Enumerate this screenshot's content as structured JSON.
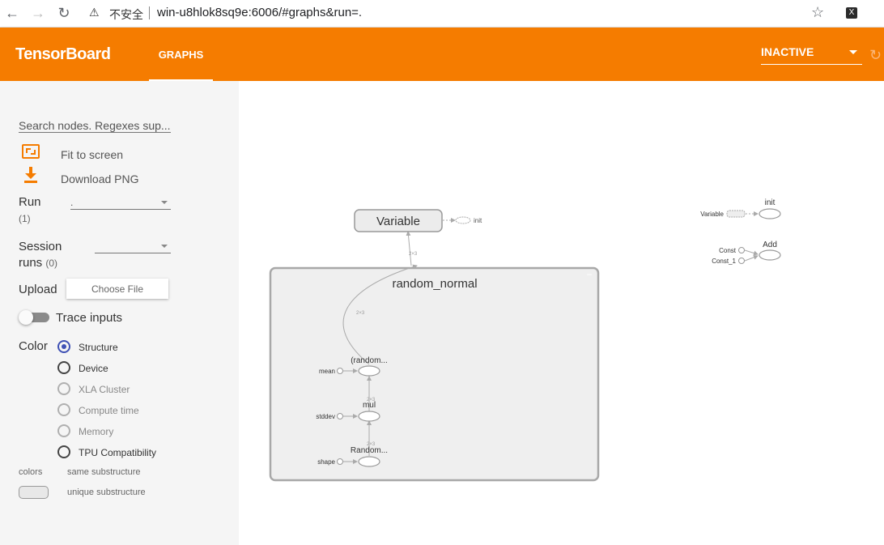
{
  "browser": {
    "back": "←",
    "forward": "→",
    "reload": "↻",
    "security_label": "不安全",
    "url": "win-u8hlok8sq9e:6006/#graphs&run=.",
    "ext_label": "X"
  },
  "header": {
    "title": "TensorBoard",
    "tab_graphs": "GRAPHS",
    "run_status": "INACTIVE"
  },
  "sidebar": {
    "search_placeholder": "Search nodes. Regexes sup...",
    "fit_to_screen": "Fit to screen",
    "download_png": "Download PNG",
    "run_label": "Run",
    "run_count": "(1)",
    "run_value": ".",
    "session_label_1": "Session",
    "session_label_2": "runs",
    "session_count": "(0)",
    "session_value": "",
    "upload_label": "Upload",
    "choose_file": "Choose File",
    "trace_inputs": "Trace inputs",
    "color_label": "Color",
    "color_options": [
      {
        "label": "Structure",
        "checked": true,
        "disabled": false
      },
      {
        "label": "Device",
        "checked": false,
        "disabled": false
      },
      {
        "label": "XLA Cluster",
        "checked": false,
        "disabled": true
      },
      {
        "label": "Compute time",
        "checked": false,
        "disabled": true
      },
      {
        "label": "Memory",
        "checked": false,
        "disabled": true
      },
      {
        "label": "TPU Compatibility",
        "checked": false,
        "disabled": false
      }
    ],
    "legend_colors": "colors",
    "legend_same": "same substructure",
    "legend_unique": "unique substructure"
  },
  "graph": {
    "variable": "Variable",
    "init_small": "init",
    "group_title": "random_normal",
    "group_collapse": "−",
    "node_random_top": "(random...",
    "node_mul": "mul",
    "node_random_bottom": "Random...",
    "input_mean": "mean",
    "input_stddev": "stddev",
    "input_shape": "shape",
    "edge_label_main": "2×3",
    "edge_label_var": "2×3",
    "edge_label_mul": "2×3",
    "edge_label_random": "2×3",
    "aux_variable": "Variable",
    "aux_init": "init",
    "aux_const": "Const",
    "aux_const1": "Const_1",
    "aux_add": "Add"
  },
  "colors": {
    "accent": "#f57c00",
    "radio_checked": "#3f51b5"
  }
}
